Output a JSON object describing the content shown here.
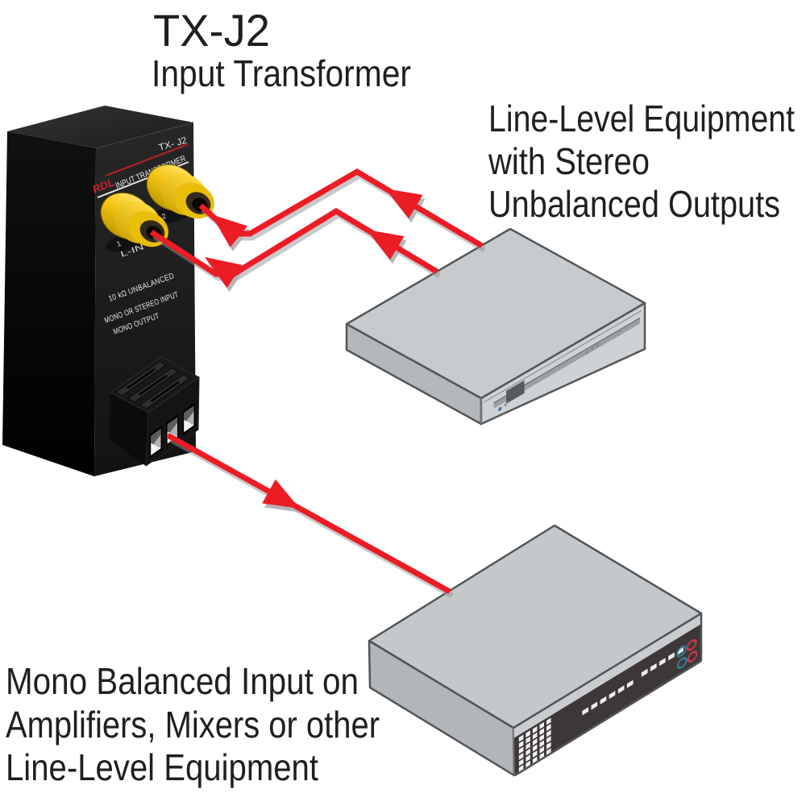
{
  "title": {
    "model": "TX-J2",
    "subtitle": "Input Transformer"
  },
  "annotations": {
    "top_right": {
      "line1": "Line-Level Equipment",
      "line2": "with Stereo",
      "line3": "Unbalanced Outputs"
    },
    "bottom_left": {
      "line1": "Mono Balanced Input on",
      "line2": "Amplifiers, Mixers or other",
      "line3": "Line-Level Equipment"
    }
  },
  "device": {
    "brand": "RDL",
    "panel_model": "TX- J2",
    "panel_title": "INPUT TRANSFORMER",
    "spec_line1": "10 kΩ  UNBALANCED",
    "spec_line2": "MONO OR STEREO INPUT",
    "spec_line3": "MONO OUTPUT",
    "jack1_number": "1",
    "jack2_number": "2",
    "jack1_label": "L-IN"
  },
  "colors": {
    "arrow_red": "#ec1c24",
    "rca_yellow": "#f3c411",
    "brand_red": "#cc2229",
    "ring_teal": "#2f7e92",
    "ring_red": "#c43b46",
    "equipment_gray": "#c7cbce",
    "panel_dark": "#3e3738"
  }
}
